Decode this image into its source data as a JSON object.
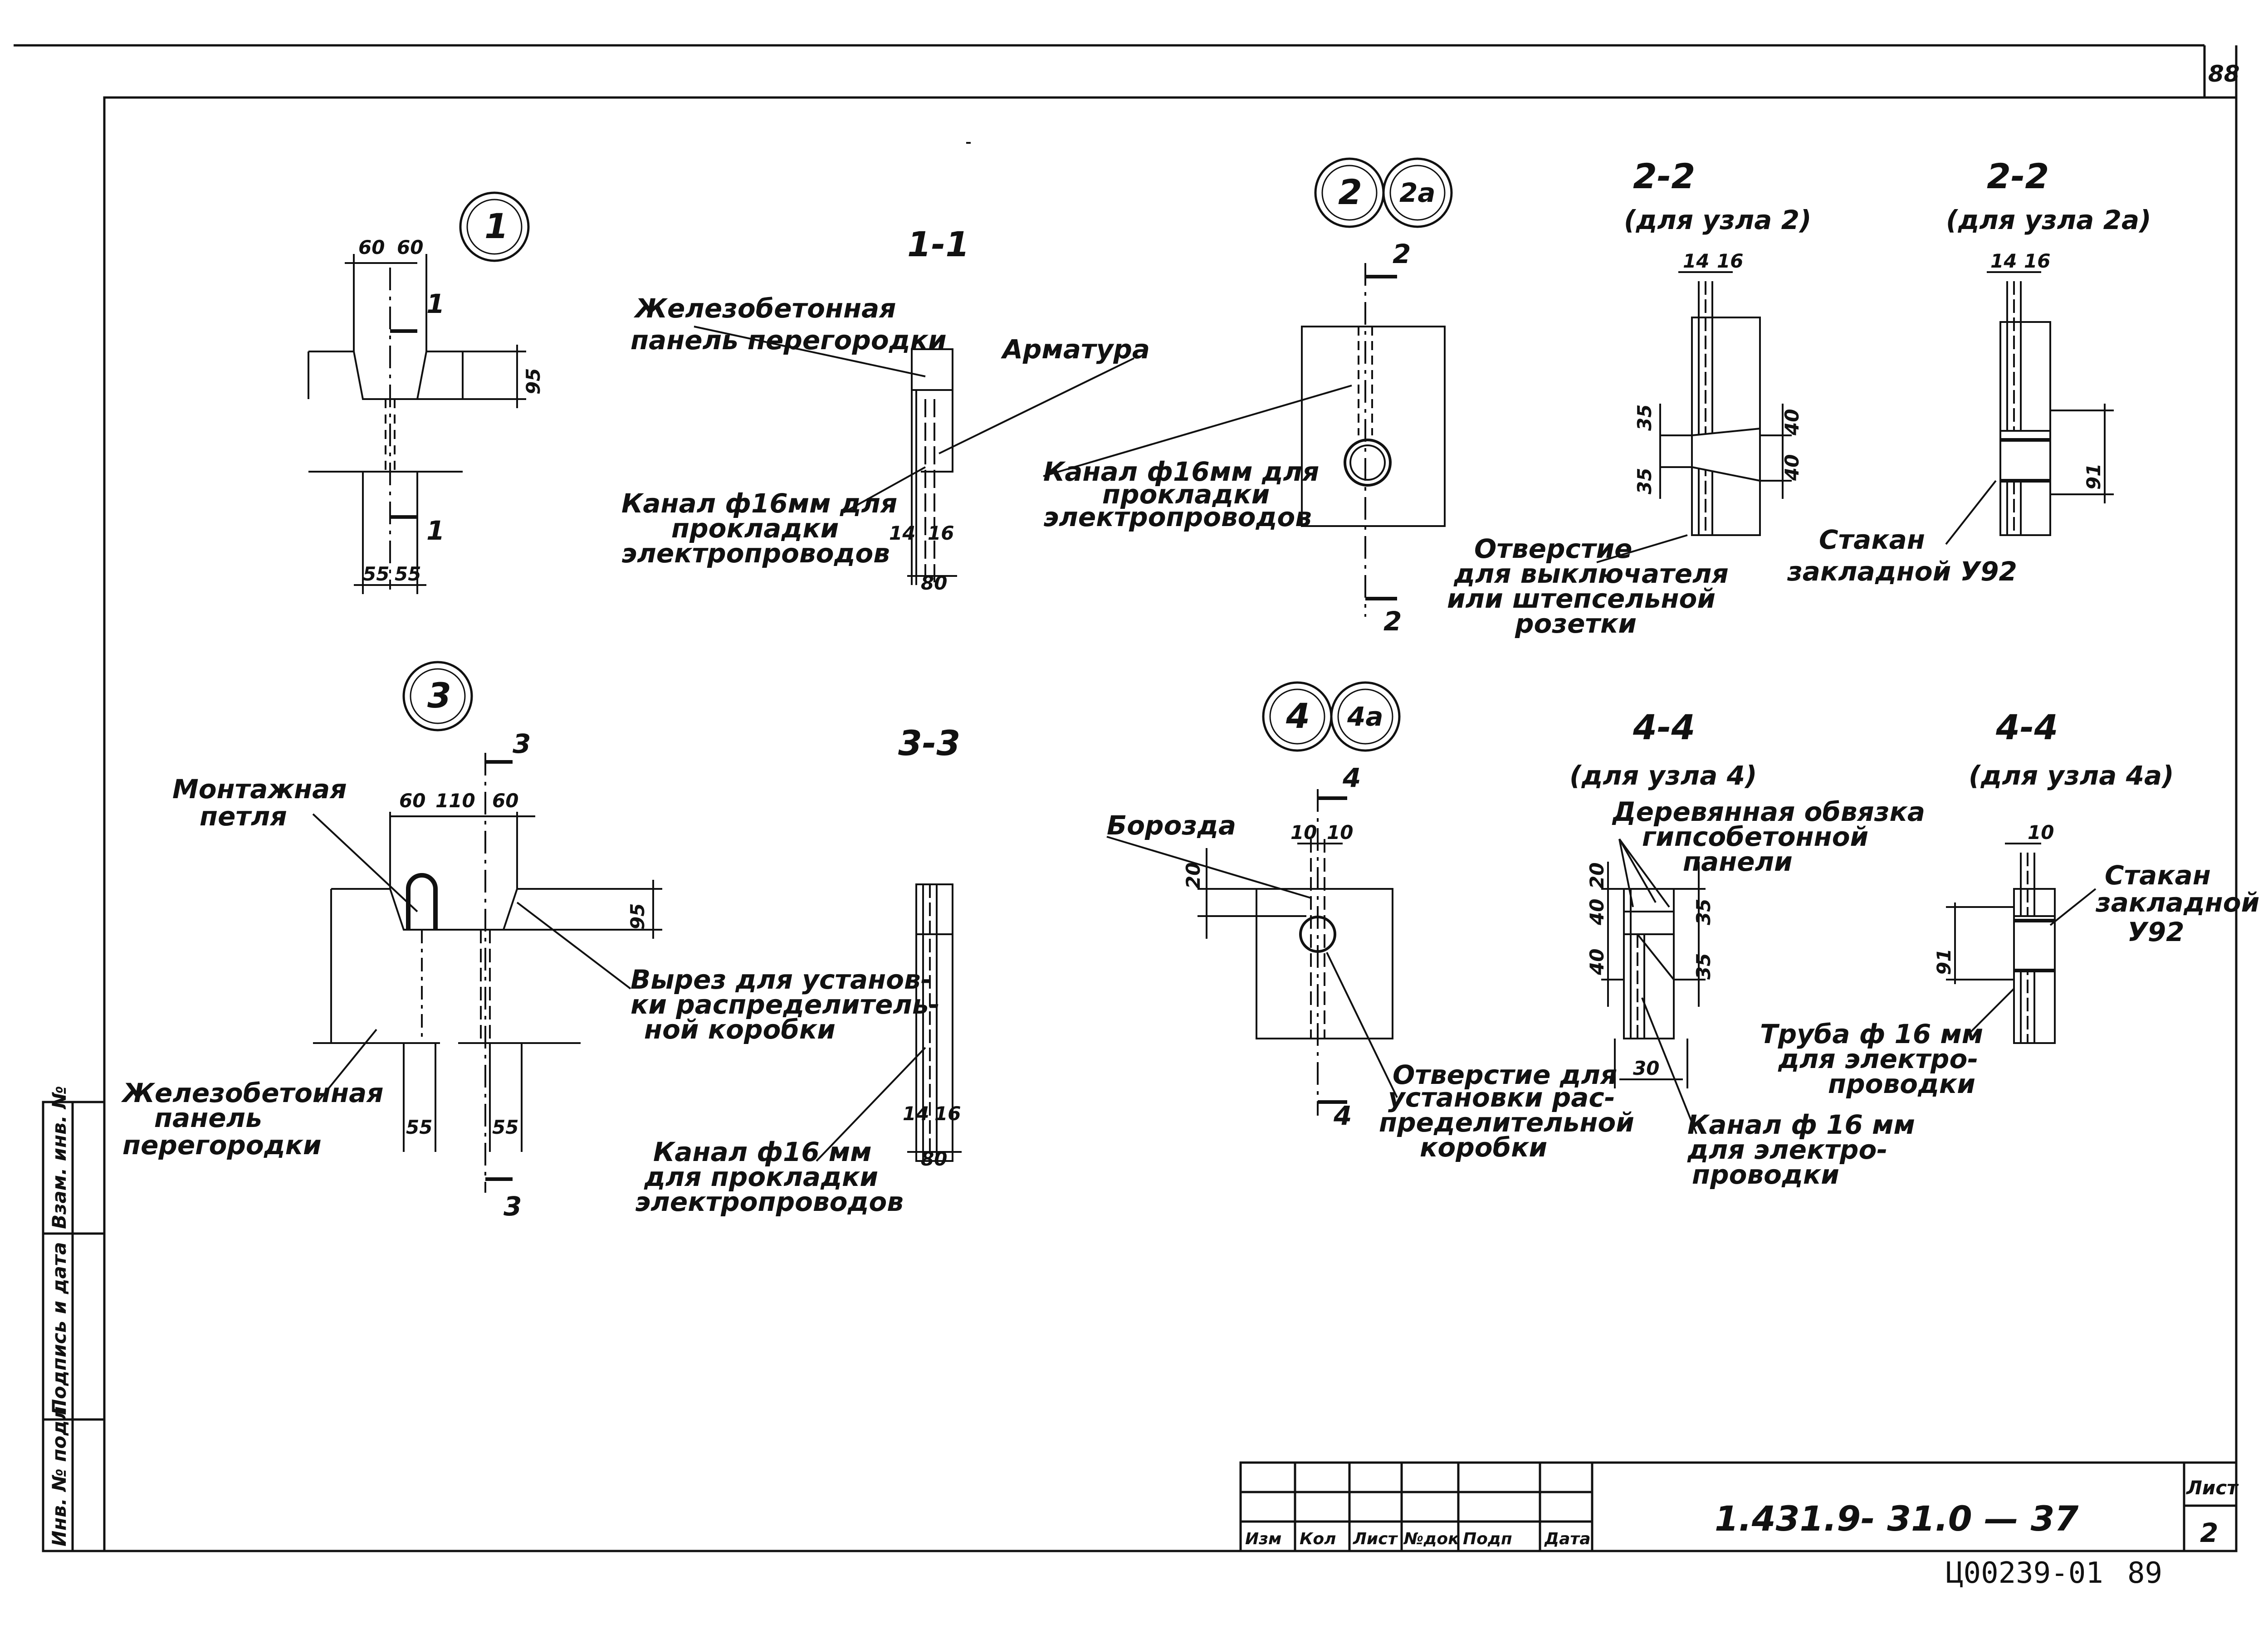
{
  "sheet": {
    "corner_number": "88",
    "stamp_number": "Ц00239-01",
    "stamp_page": "89",
    "doc_code": "1.431.9- 31.0 — 37",
    "sheet_label": "Лист",
    "sheet_number": "2"
  },
  "title_block": {
    "columns": [
      "Изм",
      "Кол",
      "Лист",
      "№док",
      "Подп",
      "Дата"
    ]
  },
  "side_stamp": {
    "cells": [
      "Инв. № подл.",
      "Подпись и дата",
      "Взам. инв. №"
    ]
  },
  "node1": {
    "number": "1",
    "dims": {
      "top_left": "60",
      "top_right": "60",
      "height": "95",
      "bottom_left": "55",
      "bottom_right": "55"
    },
    "cut_mark": "1"
  },
  "section11": {
    "title": "1-1",
    "label_panel": [
      "Железобетонная",
      "панель перегородки"
    ],
    "label_armature": "Арматура",
    "label_channel": [
      "Канал ф16мм для",
      "прокладки",
      "электропроводов"
    ],
    "dims": {
      "a": "14",
      "b": "16",
      "total": "80"
    }
  },
  "node2": {
    "numbers": [
      "2",
      "2а"
    ],
    "cut_mark": "2",
    "label_channel": [
      "Канал ф16мм для",
      "прокладки",
      "электропроводов"
    ]
  },
  "section22a": {
    "title": "2-2",
    "subtitle": "(для узла 2)",
    "dims": {
      "a": "14",
      "b": "16",
      "h1": "35",
      "h2": "35",
      "w": "40",
      "w2": "40"
    },
    "label_hole": [
      "Отверстие",
      "для выключателя",
      "или штепсельной",
      "розетки"
    ]
  },
  "section22b": {
    "title": "2-2",
    "subtitle": "(для узла 2а)",
    "dims": {
      "a": "14",
      "b": "16",
      "h": "91"
    },
    "label_cup": [
      "Стакан",
      "закладной У92"
    ]
  },
  "node3": {
    "number": "3",
    "cut_mark": "3",
    "dims": {
      "l": "60",
      "m": "110",
      "r": "60",
      "h": "95",
      "bl": "55",
      "br": "55"
    },
    "label_loop": [
      "Монтажная",
      "петля"
    ],
    "label_cutout": [
      "Вырез для установ-",
      "ки распределитель-",
      "ной коробки"
    ],
    "label_panel": [
      "Железобетонная",
      "панель",
      "перегородки"
    ]
  },
  "section33": {
    "title": "3-3",
    "dims": {
      "a": "14",
      "b": "16",
      "total": "80"
    },
    "label_channel": [
      "Канал ф16 мм",
      "для прокладки",
      "электропроводов"
    ]
  },
  "node4": {
    "numbers": [
      "4",
      "4а"
    ],
    "cut_mark": "4",
    "label_groove": "Борозда",
    "dims": {
      "a": "10",
      "b": "10",
      "h": "20"
    },
    "label_hole": [
      "Отверстие для",
      "установки рас-",
      "пределительной",
      "коробки"
    ]
  },
  "section44a": {
    "title": "4-4",
    "subtitle": "(для узла 4)",
    "label_frame": [
      "Деревянная обвязка",
      "гипсобетонной",
      "панели"
    ],
    "dims": {
      "a": "40",
      "b": "40",
      "c": "20",
      "h1": "35",
      "h2": "35",
      "w": "30"
    },
    "label_channel": [
      "Канал ф 16 мм",
      "для электро-",
      "проводки"
    ]
  },
  "section44b": {
    "title": "4-4",
    "subtitle": "(для узла 4а)",
    "dims": {
      "a": "10",
      "h": "91"
    },
    "label_cup": [
      "Стакан",
      "закладной",
      "У92"
    ],
    "label_pipe": [
      "Труба ф 16 мм",
      "для электро-",
      "проводки"
    ]
  }
}
